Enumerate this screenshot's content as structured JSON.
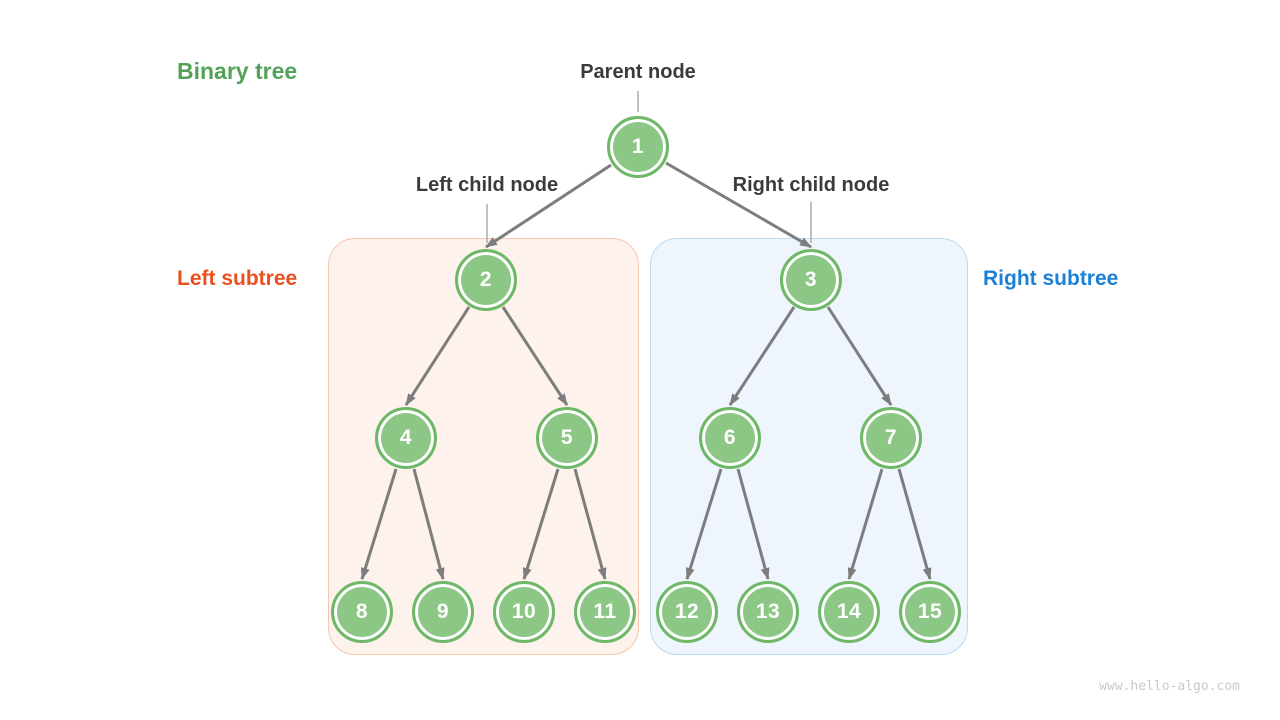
{
  "title": "Binary tree",
  "annotations": {
    "parent_node": "Parent node",
    "left_child_node": "Left child node",
    "right_child_node": "Right child node",
    "left_subtree": "Left subtree",
    "right_subtree": "Right subtree"
  },
  "tree": {
    "nodes": [
      "1",
      "2",
      "3",
      "4",
      "5",
      "6",
      "7",
      "8",
      "9",
      "10",
      "11",
      "12",
      "13",
      "14",
      "15"
    ],
    "edges": [
      [
        1,
        2
      ],
      [
        1,
        3
      ],
      [
        2,
        4
      ],
      [
        2,
        5
      ],
      [
        3,
        6
      ],
      [
        3,
        7
      ],
      [
        4,
        8
      ],
      [
        4,
        9
      ],
      [
        5,
        10
      ],
      [
        5,
        11
      ],
      [
        6,
        12
      ],
      [
        6,
        13
      ],
      [
        7,
        14
      ],
      [
        7,
        15
      ]
    ]
  },
  "watermark": "www.hello-algo.com",
  "colors": {
    "node_fill": "#8cc786",
    "node_ring": "#6eb868",
    "arrow_gray": "#7d7d7d",
    "connector_gray": "#a6a6a6",
    "left_box_fill": "#fdf2ec",
    "left_box_border": "#f5c5ad",
    "right_box_fill": "#eff5fc",
    "right_box_border": "#b9daf3",
    "title_green": "#52a25a",
    "subtree_orange": "#ea501f",
    "subtree_blue": "#1b80d6",
    "label_dark": "#3b3b3b",
    "watermark_gray": "#c9c9c9"
  }
}
